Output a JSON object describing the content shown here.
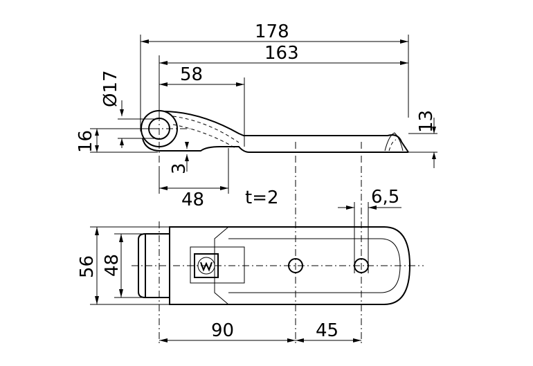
{
  "dimensions": {
    "overall_length": "178",
    "length_163": "163",
    "length_58": "58",
    "diameter": "Ø17",
    "height_16": "16",
    "height_13": "13",
    "offset_3": "3",
    "length_48_top": "48",
    "thickness": "t=2",
    "hole_6_5": "6,5",
    "width_56": "56",
    "width_48": "48",
    "hole_spacing_90": "90",
    "hole_spacing_45": "45"
  },
  "logo_icon": "manufacturer-logo-icon"
}
